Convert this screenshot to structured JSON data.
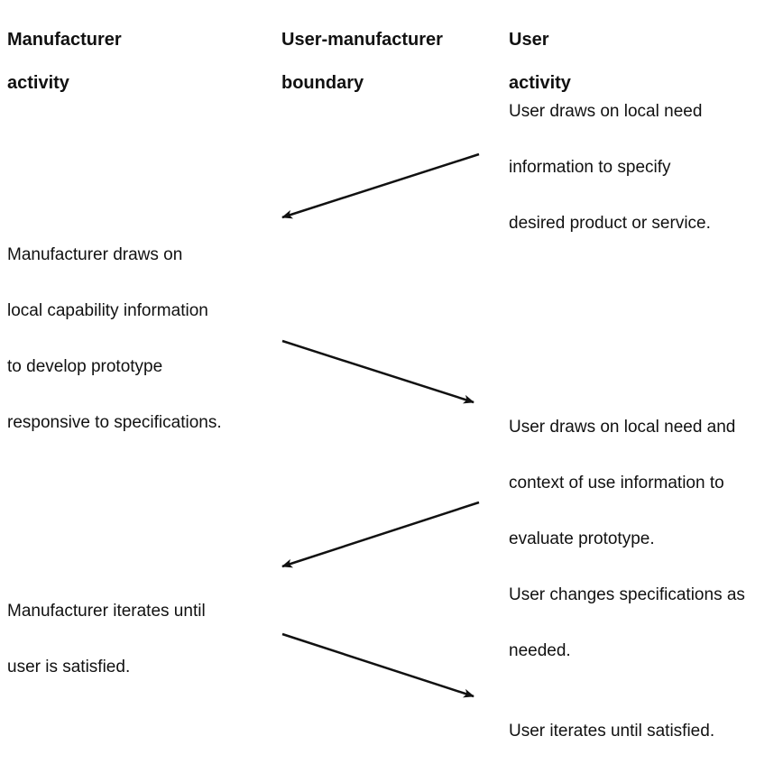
{
  "headers": {
    "manufacturer": [
      "Manufacturer",
      "activity"
    ],
    "boundary": [
      "User-manufacturer",
      "boundary"
    ],
    "user": [
      "User",
      "activity"
    ]
  },
  "steps": [
    {
      "actor": "user",
      "lines": [
        "User draws on local need",
        "information to specify",
        "desired product or service."
      ]
    },
    {
      "actor": "manufacturer",
      "lines": [
        "Manufacturer draws on",
        "local capability information",
        "to develop prototype",
        "responsive to specifications."
      ]
    },
    {
      "actor": "user",
      "lines": [
        "User draws on local need and",
        "context of use information to",
        "evaluate prototype.",
        "User changes specifications as",
        "needed."
      ]
    },
    {
      "actor": "manufacturer",
      "lines": [
        "Manufacturer iterates until",
        "user is satisfied."
      ]
    },
    {
      "actor": "user",
      "lines": [
        "User iterates until satisfied."
      ]
    }
  ],
  "arrows": [
    {
      "from": "user",
      "to": "manufacturer"
    },
    {
      "from": "manufacturer",
      "to": "user"
    },
    {
      "from": "user",
      "to": "manufacturer"
    },
    {
      "from": "manufacturer",
      "to": "user"
    }
  ],
  "colors": {
    "text": "#111111",
    "arrow": "#111111",
    "background": "#ffffff"
  }
}
